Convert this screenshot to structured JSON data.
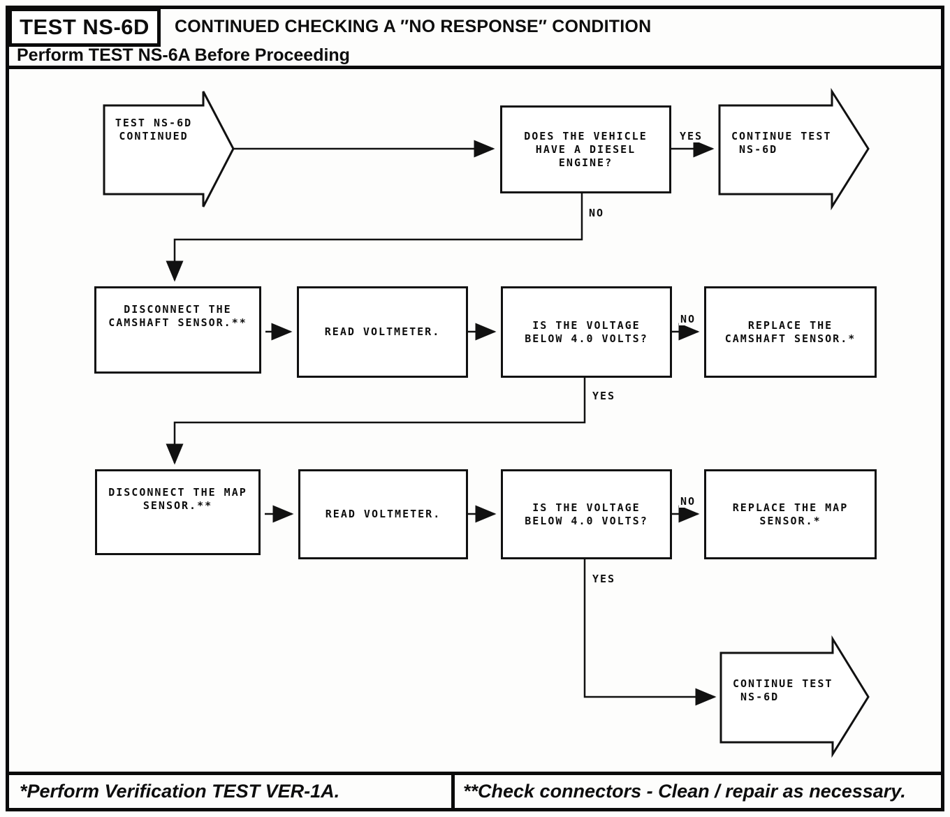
{
  "header": {
    "test_id": "TEST NS-6D",
    "title": "CONTINUED CHECKING A ″NO RESPONSE″ CONDITION",
    "subtitle": "Perform TEST NS-6A Before Proceeding"
  },
  "flowchart": {
    "start_banner": "TEST NS-6D\nCONTINUED",
    "diesel_question": "DOES THE VEHICLE\nHAVE A DIESEL\nENGINE?",
    "continue_top": "CONTINUE TEST\n NS-6D",
    "disconnect_camshaft": "DISCONNECT THE\nCAMSHAFT SENSOR.**",
    "read_voltmeter_1": "READ VOLTMETER.",
    "voltage_question_1": "IS THE VOLTAGE\nBELOW 4.0 VOLTS?",
    "replace_camshaft": "REPLACE THE\nCAMSHAFT SENSOR.*",
    "disconnect_map": "DISCONNECT THE MAP\nSENSOR.**",
    "read_voltmeter_2": "READ VOLTMETER.",
    "voltage_question_2": "IS THE VOLTAGE\nBELOW 4.0 VOLTS?",
    "replace_map": "REPLACE THE MAP\nSENSOR.*",
    "continue_bottom": "CONTINUE TEST\n NS-6D",
    "edges": {
      "yes_diesel": "YES",
      "no_diesel": "NO",
      "no_voltage1": "NO",
      "yes_voltage1": "YES",
      "no_voltage2": "NO",
      "yes_voltage2": "YES"
    }
  },
  "footer": {
    "note_single_asterisk": "*Perform Verification TEST VER-1A.",
    "note_double_asterisk": "**Check connectors - Clean / repair as necessary."
  }
}
